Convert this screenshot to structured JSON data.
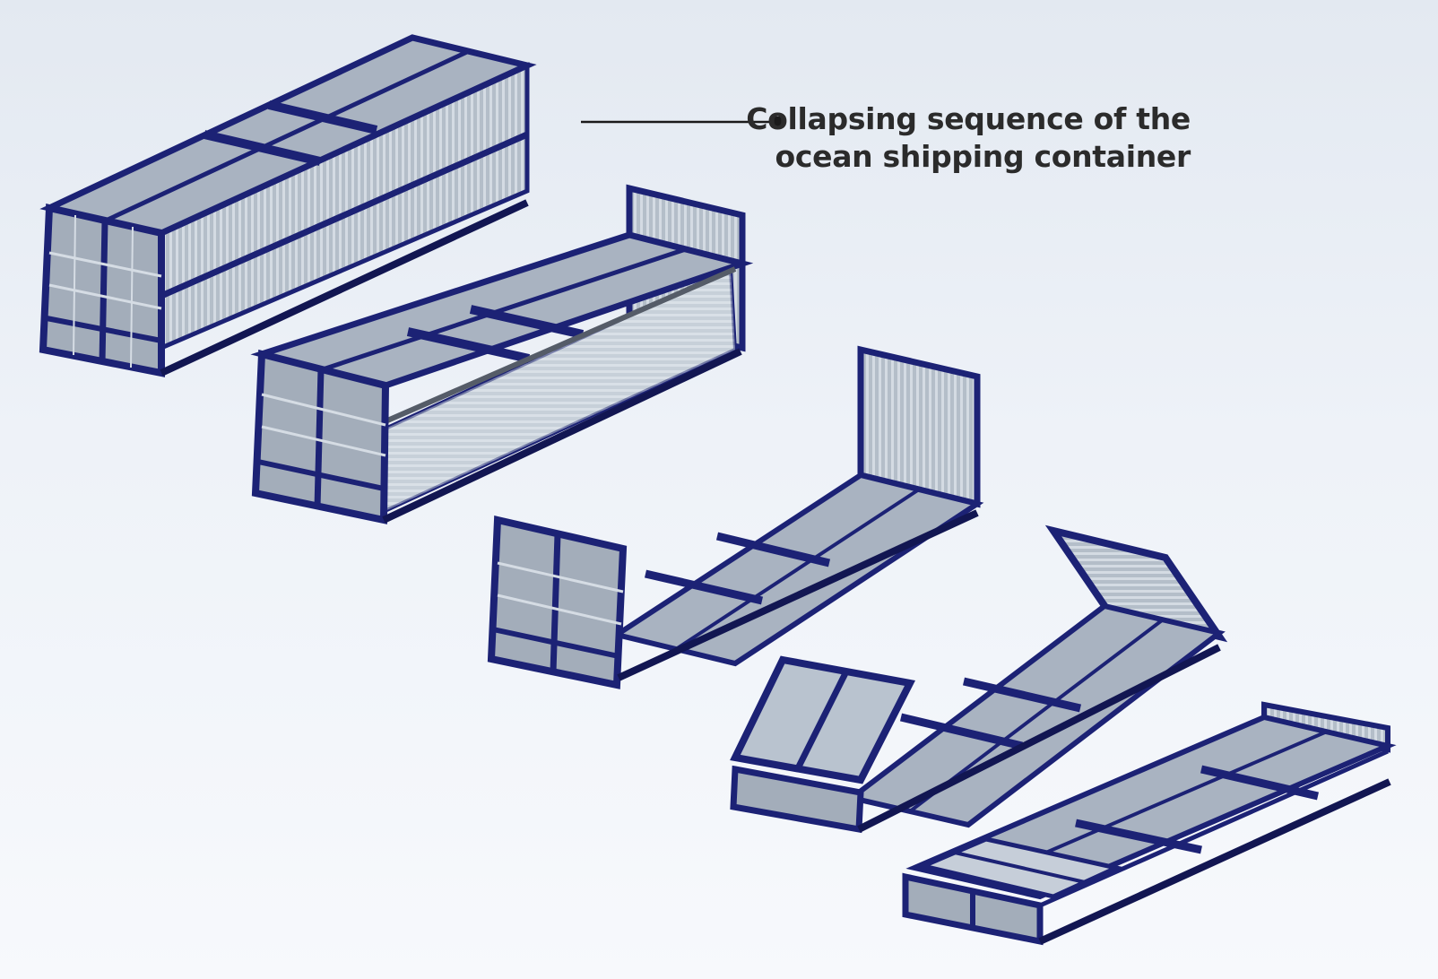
{
  "caption": {
    "line1": "Collapsing sequence of the",
    "line2": "ocean shipping container"
  },
  "colors": {
    "frame": "#1c2275",
    "frame_dark": "#121652",
    "panel_top": "#aab4c2",
    "panel_side": "#98a1ad",
    "panel_light": "#c9d1db",
    "corrugation": "#c0cad6",
    "leader_line": "#1a1a1a",
    "caption_text": "#2b2b2b"
  },
  "stages": [
    {
      "id": "stage-1",
      "state": "closed container"
    },
    {
      "id": "stage-2",
      "state": "side wall removed"
    },
    {
      "id": "stage-3",
      "state": "flat rack with end walls up"
    },
    {
      "id": "stage-4",
      "state": "end walls folding"
    },
    {
      "id": "stage-5",
      "state": "fully collapsed"
    }
  ]
}
